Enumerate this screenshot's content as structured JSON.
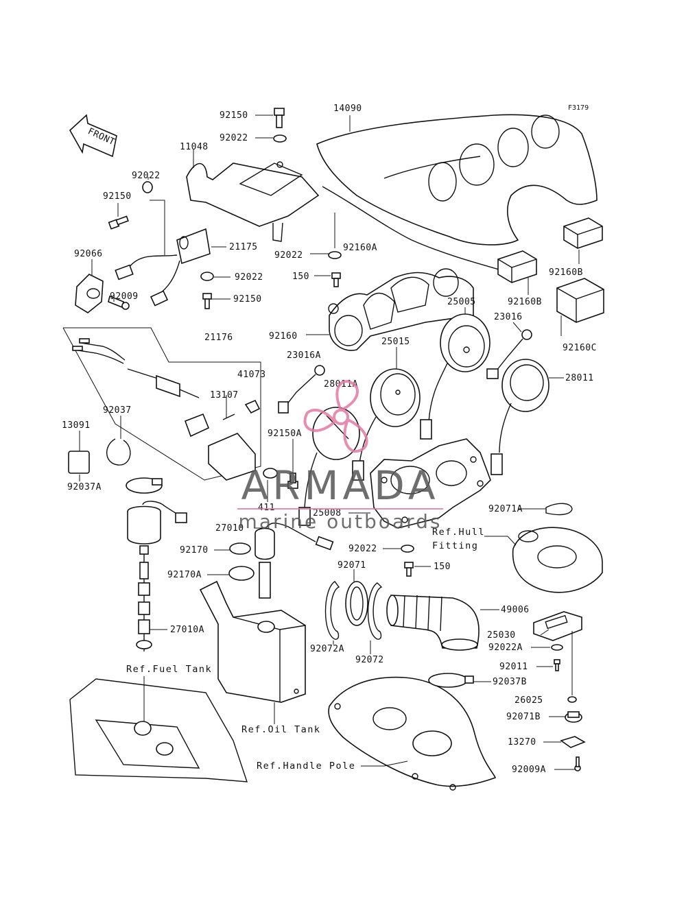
{
  "diagram_code": "F3179",
  "front_label": "FRONT",
  "watermark": {
    "brand": "ARMADA",
    "tagline": "marine outboards",
    "accent_color": "#e27aa4",
    "text_color": "#555555"
  },
  "part_labels": {
    "p92150_top": "92150",
    "p14090": "14090",
    "p92022_top": "92022",
    "p11048": "11048",
    "p92022_left": "92022",
    "p92150_left": "92150",
    "p21175": "21175",
    "p92022_mid": "92022",
    "p92150_mid": "92150",
    "p92066": "92066",
    "p92009": "92009",
    "p92160A": "92160A",
    "p92022_r": "92022",
    "p150_top": "150",
    "p92160B_1": "92160B",
    "p92160B_2": "92160B",
    "p92160C": "92160C",
    "p21176": "21176",
    "p92160": "92160",
    "p25005": "25005",
    "p23016": "23016",
    "p25015": "25015",
    "p41073": "41073",
    "p23016A": "23016A",
    "p28011A": "28011A",
    "p28011": "28011",
    "p13107": "13107",
    "p92037": "92037",
    "p13091": "13091",
    "p92150A": "92150A",
    "p92037A": "92037A",
    "p411": "411",
    "p25008": "25008",
    "p92071A": "92071A",
    "p27010": "27010",
    "p92022_low": "92022",
    "p92170": "92170",
    "p150_low": "150",
    "p92071": "92071",
    "p92170A": "92170A",
    "p49006": "49006",
    "p27010A": "27010A",
    "p25030": "25030",
    "p92072A": "92072A",
    "p92022A": "92022A",
    "p92072": "92072",
    "p92011": "92011",
    "p92037B": "92037B",
    "p26025": "26025",
    "p92071B": "92071B",
    "p13270": "13270",
    "p92009A": "92009A"
  },
  "refs": {
    "hull_fitting_1": "Ref.Hull",
    "hull_fitting_2": "Fitting",
    "fuel_tank": "Ref.Fuel Tank",
    "oil_tank": "Ref.Oil Tank",
    "handle_pole": "Ref.Handle Pole"
  }
}
